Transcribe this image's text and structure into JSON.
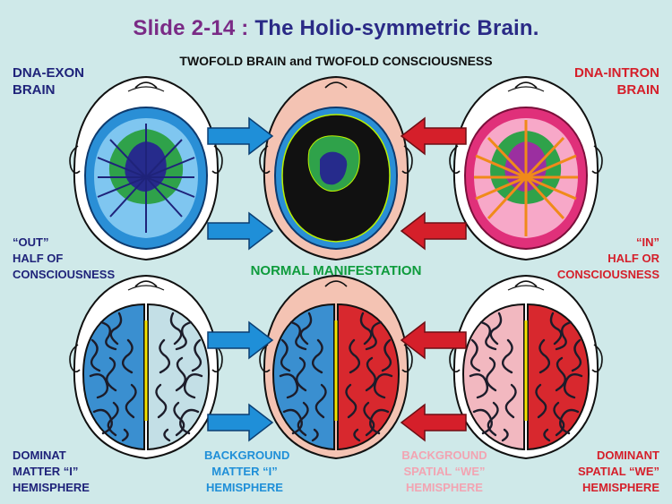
{
  "title": {
    "slide": "Slide 2-14",
    "sep": " : ",
    "main": "The Holio-symmetric Brain."
  },
  "subtitle": "TWOFOLD BRAIN and TWOFOLD CONSCIOUSNESS",
  "labels": {
    "dna_exon": [
      "DNA-EXON",
      "BRAIN"
    ],
    "dna_intron": [
      "DNA-INTRON",
      "BRAIN"
    ],
    "out_half": [
      "“OUT”",
      "HALF OF",
      "CONSCIOUSNESS"
    ],
    "in_half": [
      "“IN”",
      "HALF OR",
      "CONSCIOUSNESS"
    ],
    "normal": "NORMAL MANIFESTATION",
    "dominat_i": [
      "DOMINAT",
      "MATTER “I”",
      "HEMISPHERE"
    ],
    "background_i": [
      "BACKGROUND",
      "MATTER “I”",
      "HEMISPHERE"
    ],
    "background_we": [
      "BACKGROUND",
      "SPATIAL “WE”",
      "HEMISPHERE"
    ],
    "dominant_we": [
      "DOMINANT",
      "SPATIAL “WE”",
      "HEMISPHERE"
    ]
  },
  "colors": {
    "background": "#cfe9e9",
    "exon": "#1f237a",
    "intron": "#d51f2a",
    "normal": "#0e9b3c",
    "arrow_blue": "#1f8fd8",
    "arrow_red": "#d51f2a"
  },
  "icons": [
    "brain-exon-icon",
    "brain-normal-icon",
    "brain-intron-icon",
    "hemisphere-brain-icon",
    "arrow-right-icon",
    "arrow-left-icon"
  ]
}
